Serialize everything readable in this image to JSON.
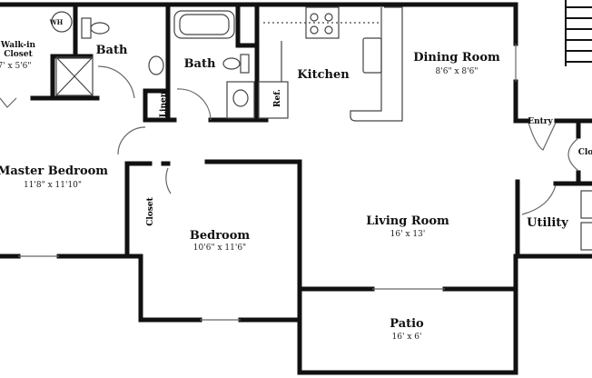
{
  "rooms": {
    "walkin_closet": {
      "name": "Walk-in Closet",
      "size": "7' x 5'6\""
    },
    "bath1": {
      "name": "Bath"
    },
    "bath2": {
      "name": "Bath"
    },
    "kitchen": {
      "name": "Kitchen"
    },
    "dining": {
      "name": "Dining Room",
      "size": "8'6\" x 8'6\""
    },
    "master": {
      "name": "Master Bedroom",
      "size": "11'8\" x 11'10\""
    },
    "bedroom": {
      "name": "Bedroom",
      "size": "10'6\" x 11'6\""
    },
    "living": {
      "name": "Living Room",
      "size": "16' x 13'"
    },
    "patio": {
      "name": "Patio",
      "size": "16' x 6'"
    },
    "utility": {
      "name": "Utility"
    },
    "entry": {
      "name": "Entry"
    },
    "closet_right": {
      "name": "Clo"
    }
  },
  "labels": {
    "wh": "WH",
    "linen": "Linen",
    "ref": "Ref.",
    "closet": "Closet"
  },
  "colors": {
    "wall": "#111111",
    "fixture": "#444444"
  }
}
